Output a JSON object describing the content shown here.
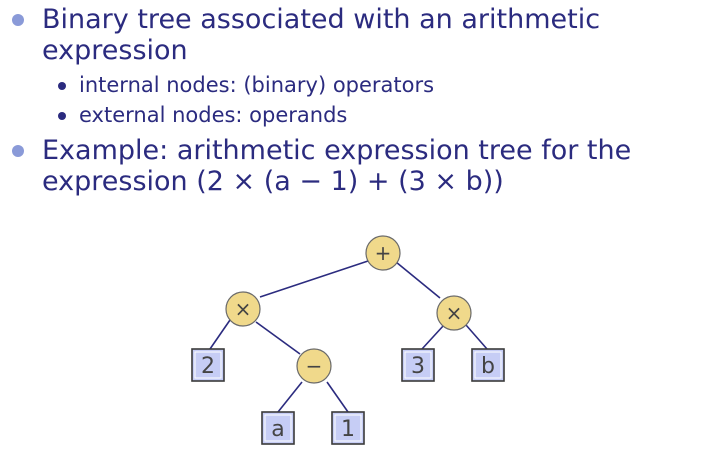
{
  "bullets": [
    {
      "lines": [
        "Binary tree associated with an arithmetic",
        "expression"
      ],
      "sub": [
        "internal nodes: (binary) operators",
        "external nodes: operands"
      ]
    },
    {
      "lines": [
        "Example: arithmetic expression tree for the",
        "expression (2 × (a − 1) + (3 × b))"
      ],
      "sub": []
    }
  ],
  "tree": {
    "colors": {
      "operator_fill": "#f0d98b",
      "operator_stroke": "#6a6a6a",
      "operand_fill": "#c6cdf5",
      "operand_stroke": "#3a3a3a",
      "edge": "#2b2b7f"
    },
    "nodes": {
      "root": {
        "kind": "operator",
        "label": "+"
      },
      "times_left": {
        "kind": "operator",
        "label": "×"
      },
      "times_right": {
        "kind": "operator",
        "label": "×"
      },
      "minus": {
        "kind": "operator",
        "label": "−"
      },
      "two": {
        "kind": "operand",
        "label": "2"
      },
      "a": {
        "kind": "operand",
        "label": "a"
      },
      "one": {
        "kind": "operand",
        "label": "1"
      },
      "three": {
        "kind": "operand",
        "label": "3"
      },
      "b": {
        "kind": "operand",
        "label": "b"
      }
    }
  }
}
